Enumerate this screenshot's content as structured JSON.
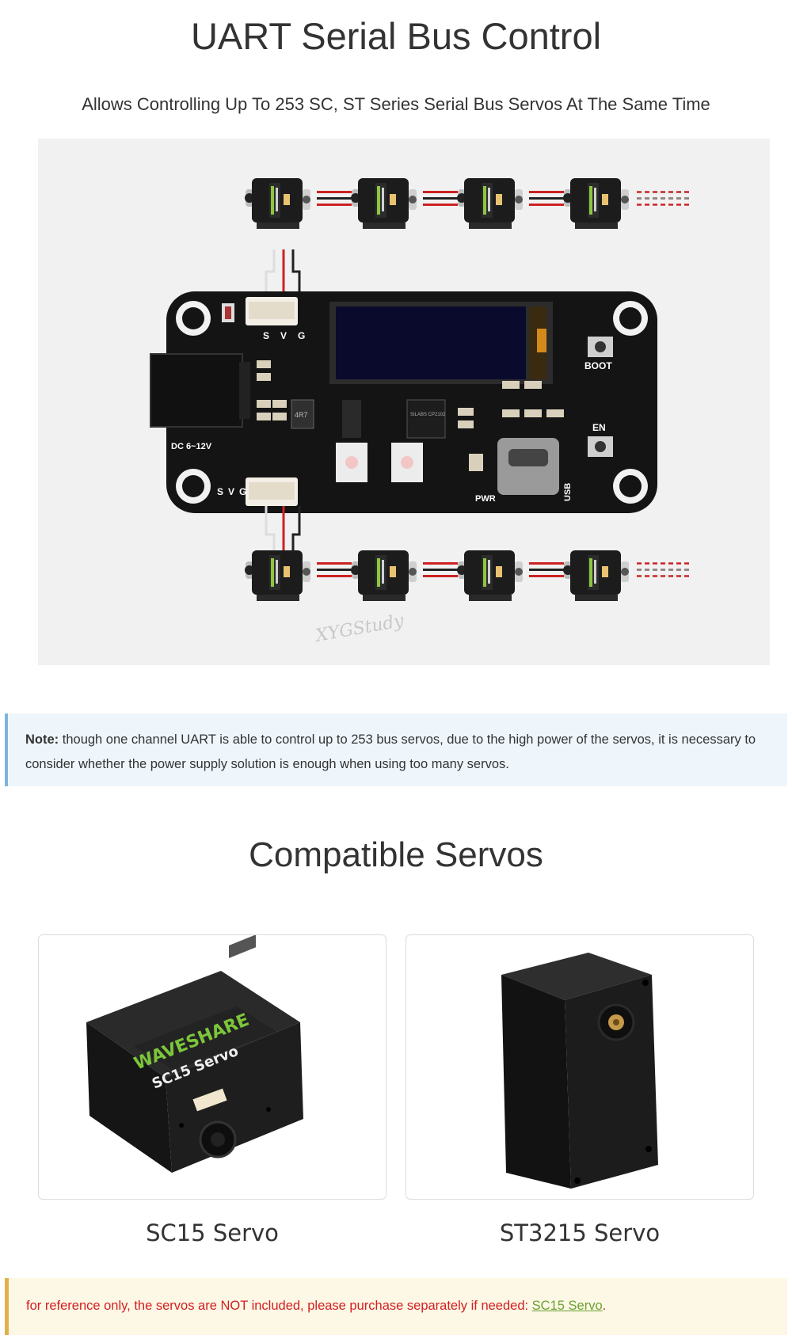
{
  "header": {
    "title": "UART Serial Bus Control",
    "subtitle": "Allows Controlling Up To 253 SC, ST Series Serial Bus Servos At The Same Time"
  },
  "diagram": {
    "connector_labels": {
      "s": "S",
      "v": "V",
      "g": "G"
    },
    "button_boot": "BOOT",
    "button_en": "EN",
    "dc_label": "DC 6~12V",
    "pwr_label": "PWR",
    "usb_label": "USB",
    "chip_text": "SILABS CP2102",
    "inductor_text": "4R7",
    "watermark": "XYGStudy"
  },
  "note": {
    "prefix": "Note:",
    "text": " though one channel UART is able to control up to 253 bus servos, due to the high power of the servos, it is necessary to consider whether the power supply solution is enough when using too many servos."
  },
  "compatible": {
    "title": "Compatible Servos",
    "items": [
      {
        "name": "SC15 Servo",
        "brand": "WAVESHARE",
        "model": "SC15 Servo"
      },
      {
        "name": "ST3215 Servo"
      }
    ]
  },
  "warning": {
    "text": "for reference only, the servos are NOT included, please purchase separately if needed: ",
    "link": "SC15 Servo",
    "end": "."
  },
  "colors": {
    "board": "#141414",
    "diagram_bg": "#f1f1f1",
    "note_bg": "#eef6fc",
    "note_border": "#7fb4dc",
    "warn_bg": "#fdf7e6",
    "warn_border": "#e0b14a",
    "warn_text": "#d21f1f",
    "link": "#6aa12e"
  }
}
